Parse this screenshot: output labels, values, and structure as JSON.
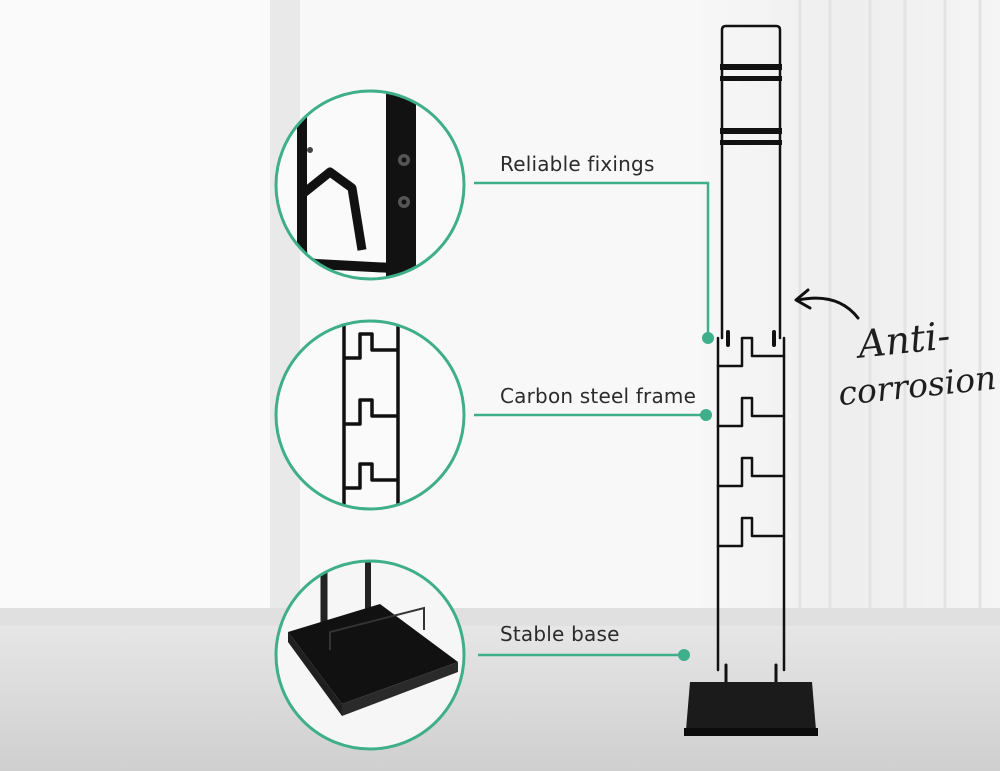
{
  "labels": {
    "fixings": "Reliable fixings",
    "frame": "Carbon steel frame",
    "base": "Stable base"
  },
  "annotation": {
    "line1": "Anti-",
    "line2": "corrosion"
  },
  "colors": {
    "accent": "#3fae8a",
    "frame": "#111111",
    "wall": "#f3f3f3",
    "window": "#fbfbfb",
    "floor": "#d9d9d9"
  },
  "icons": {
    "curved_arrow": "curved-arrow-icon"
  }
}
